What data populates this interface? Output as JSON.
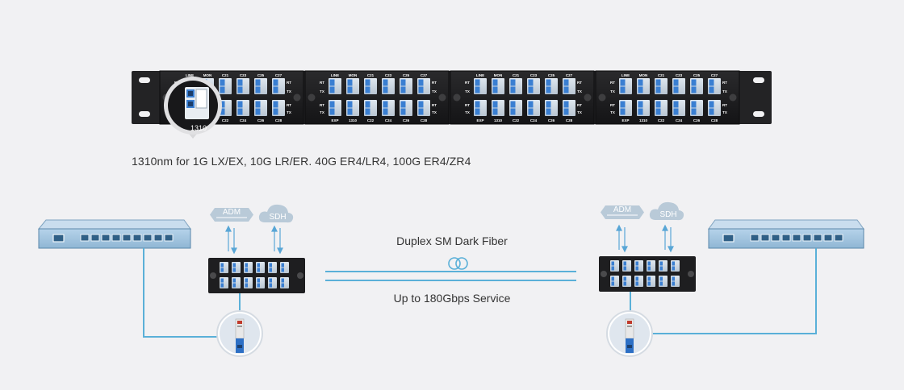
{
  "panel": {
    "callout_label": "1310",
    "top_row_labels": [
      "LINE",
      "MON",
      "C21",
      "C23",
      "C25",
      "C27"
    ],
    "bottom_row_labels": [
      "",
      "EXP",
      "1310",
      "C22",
      "C24",
      "C26",
      "C28"
    ],
    "port_labels": [
      "RT",
      "TX"
    ]
  },
  "caption": "1310nm for 1G LX/EX, 10G LR/ER. 40G ER4/LR4, 100G ER4/ZR4",
  "link": {
    "fiber_label": "Duplex SM Dark Fiber",
    "service_label": "Up to 180Gbps Service"
  },
  "sites": [
    {
      "adm_label": "ADM",
      "sdh_label": "SDH"
    },
    {
      "adm_label": "ADM",
      "sdh_label": "SDH"
    }
  ],
  "colors": {
    "accent": "#59a6d6",
    "switch_fill": "#9fc3de",
    "switch_border": "#5a88ab",
    "panel_dark": "#1c1c1e",
    "port_blue": "#3a7fd2",
    "line": "#5ab0d8"
  }
}
